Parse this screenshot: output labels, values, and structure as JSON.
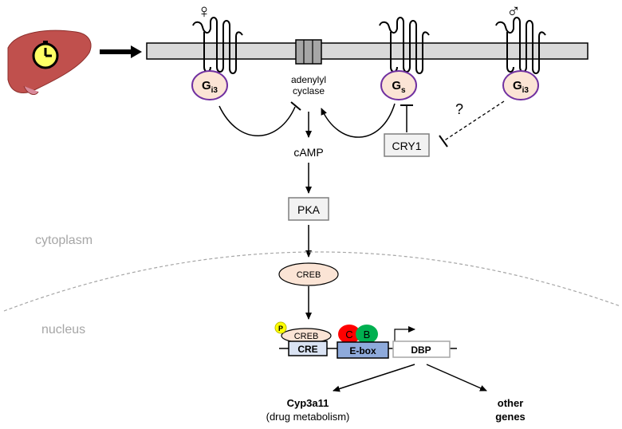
{
  "symbols": {
    "female": "♀",
    "male": "♂"
  },
  "membrane_proteins": {
    "g_i3_left": {
      "main": "G",
      "sub": "i3"
    },
    "g_s": {
      "main": "G",
      "sub": "s"
    },
    "g_i3_right": {
      "main": "G",
      "sub": "i3"
    }
  },
  "labels": {
    "adenylyl": "adenylyl",
    "cyclase": "cyclase",
    "camp": "cAMP",
    "question": "?",
    "cytoplasm": "cytoplasm",
    "nucleus": "nucleus"
  },
  "boxes": {
    "cry1": "CRY1",
    "pka": "PKA",
    "cre": "CRE",
    "ebox": "E-box",
    "dbp": "DBP"
  },
  "nuclear_factors": {
    "creb_cytoplasm": "CREB",
    "creb_bound": "CREB",
    "phospho": "P",
    "clock": "C",
    "bmal": "B"
  },
  "outputs": {
    "cyp3a11": "Cyp3a11",
    "cyp3a11_note": "(drug metabolism)",
    "other_line1": "other",
    "other_line2": "genes"
  },
  "colors": {
    "membrane": "#d9d9d9",
    "g_protein_fill": "#fbe4d5",
    "g_protein_border": "#7030a0",
    "creb_fill": "#fbe4d5",
    "cre_fill": "#dae3f3",
    "ebox_fill": "#8eaadb",
    "clock_red": "#ff0000",
    "bmal_green": "#00b050",
    "phospho_yellow": "#ffff00",
    "liver": "#c0504d",
    "clock_face": "#ffff66",
    "label_gray": "#a6a6a6"
  }
}
